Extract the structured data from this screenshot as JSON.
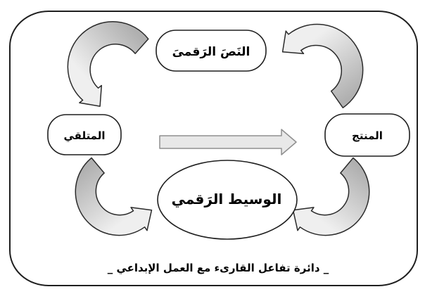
{
  "figure": {
    "nodes": {
      "digital_text": "النَصَ الرَقمىَ",
      "receiver": "المتلقي",
      "producer": "المنتج",
      "digital_medium": "الوسيط الرَقمي"
    },
    "caption": "_  دائرة تفاعل القارىء مع العمل الإبداعي  _",
    "flows": [
      "producer → digital_text",
      "digital_text → receiver",
      "receiver → digital_medium",
      "producer → digital_medium",
      "receiver → producer"
    ],
    "colors": {
      "arrow_dark": "#b0b0b0",
      "arrow_light": "#efefef",
      "straight_arrow_fill": "#e8e8e8",
      "straight_arrow_stroke": "#8f8f8f",
      "outline": "#1f1f1f",
      "background": "#ffffff"
    }
  }
}
